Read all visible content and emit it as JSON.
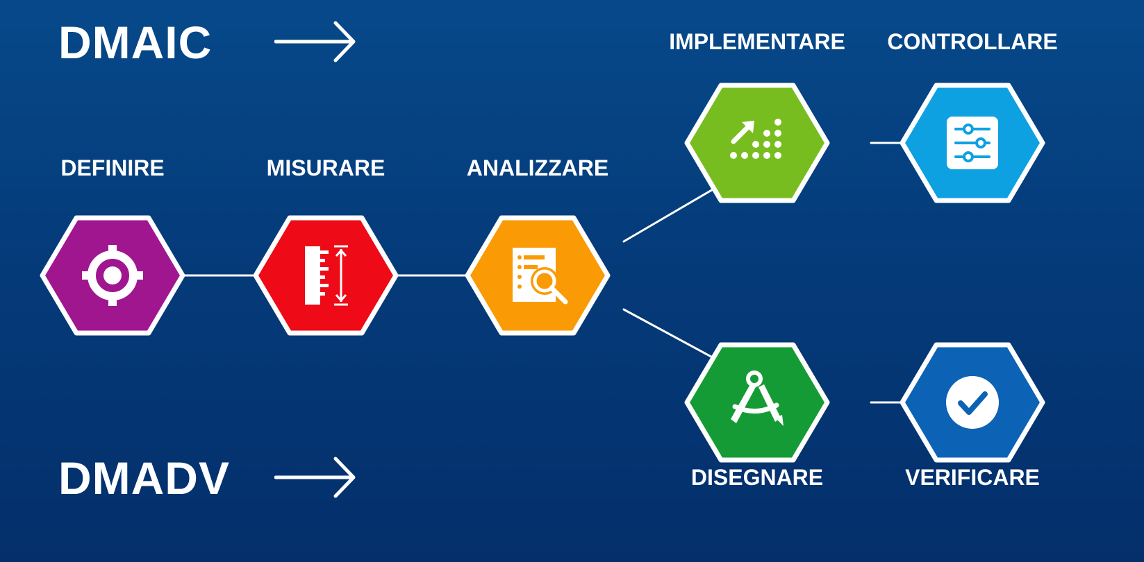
{
  "titles": {
    "dmaic": "DMAIC",
    "dmadv": "DMADV"
  },
  "steps": {
    "definire": {
      "label": "DEFINIRE",
      "color": "#a0168f",
      "icon": "target-icon"
    },
    "misurare": {
      "label": "MISURARE",
      "color": "#ee0a17",
      "icon": "ruler-icon"
    },
    "analizzare": {
      "label": "ANALIZZARE",
      "color": "#fa9a05",
      "icon": "document-search-icon"
    },
    "implementare": {
      "label": "IMPLEMENTARE",
      "color": "#78bd1f",
      "icon": "scatter-growth-icon"
    },
    "controllare": {
      "label": "CONTROLLARE",
      "color": "#0ea1e1",
      "icon": "sliders-icon"
    },
    "disegnare": {
      "label": "DISEGNARE",
      "color": "#159b35",
      "icon": "compass-icon"
    },
    "verificare": {
      "label": "VERIFICARE",
      "color": "#0c63b5",
      "icon": "checkmark-icon"
    }
  },
  "colors": {
    "background_top": "#06498a",
    "background_bottom": "#042f6b",
    "connector": "#ffffff"
  }
}
